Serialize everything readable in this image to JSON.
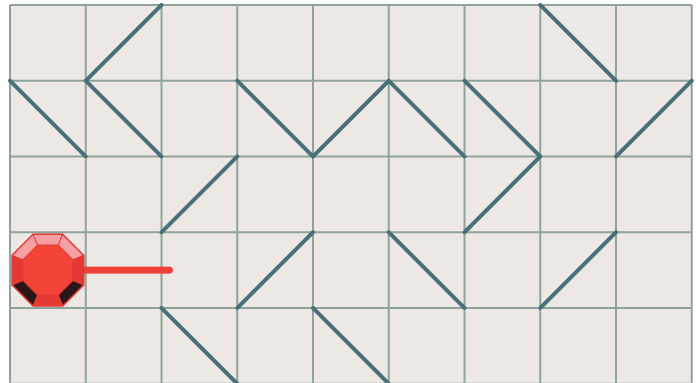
{
  "game": {
    "grid": {
      "rows": 5,
      "cols": 9
    },
    "colors": {
      "board_bg": "#ede8e4",
      "grid_line": "#8fa39d",
      "mirror": "#497078",
      "laser": "#ee4137",
      "gem_outer": "#e53a33",
      "gem_center": "#f3443a",
      "gem_light": "#f7a0a3",
      "gem_dark": "#2a1618"
    },
    "mirrors": [
      {
        "row": 0,
        "col": 1,
        "type": "/"
      },
      {
        "row": 0,
        "col": 7,
        "type": "\\"
      },
      {
        "row": 1,
        "col": 0,
        "type": "\\"
      },
      {
        "row": 1,
        "col": 1,
        "type": "\\"
      },
      {
        "row": 1,
        "col": 3,
        "type": "\\"
      },
      {
        "row": 1,
        "col": 4,
        "type": "/"
      },
      {
        "row": 1,
        "col": 5,
        "type": "\\"
      },
      {
        "row": 1,
        "col": 6,
        "type": "\\"
      },
      {
        "row": 1,
        "col": 8,
        "type": "/"
      },
      {
        "row": 2,
        "col": 2,
        "type": "/"
      },
      {
        "row": 2,
        "col": 6,
        "type": "/"
      },
      {
        "row": 3,
        "col": 3,
        "type": "/"
      },
      {
        "row": 3,
        "col": 5,
        "type": "\\"
      },
      {
        "row": 3,
        "col": 7,
        "type": "/"
      },
      {
        "row": 4,
        "col": 2,
        "type": "\\"
      },
      {
        "row": 4,
        "col": 4,
        "type": "\\"
      }
    ],
    "emitter": {
      "row": 3,
      "col": 0,
      "icon": "red-octagon-gem-icon"
    },
    "laser_beam": {
      "row": 3,
      "from_col": 0,
      "to_col": 2
    }
  }
}
